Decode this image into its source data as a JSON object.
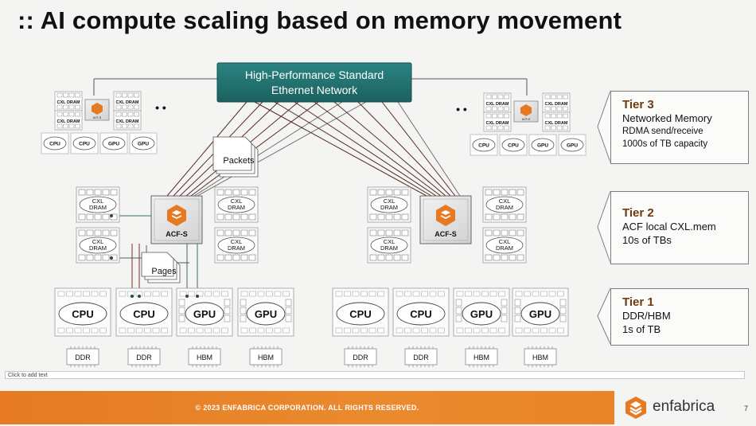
{
  "slide": {
    "title": ":: AI compute scaling based on memory movement",
    "network_label_1": "High-Performance Standard",
    "network_label_2": "Ethernet Network",
    "packets_label": "Packets",
    "pages_label": "Pages",
    "ellipsis": "• •",
    "acf_label": "ACF-S",
    "acf_small_label": "ACF-S",
    "cxl_label_1": "CXL",
    "cxl_label_2": "DRAM",
    "cxl_dram_small": "CXL DRAM",
    "cpu_label": "CPU",
    "gpu_label": "GPU",
    "ddr_label": "DDR",
    "hbm_label": "HBM",
    "tiers": [
      {
        "title": "Tier 3",
        "lines": [
          "Networked Memory",
          "RDMA send/receive",
          "1000s of TB capacity"
        ]
      },
      {
        "title": "Tier 2",
        "lines": [
          "ACF local CXL.mem",
          "10s of TBs"
        ]
      },
      {
        "title": "Tier 1",
        "lines": [
          "DDR/HBM",
          "1s of TB"
        ]
      }
    ],
    "click_to_add": "Click to add text",
    "footer_text": "© 2023 ENFABRICA CORPORATION. ALL RIGHTS RESERVED.",
    "brand_name": "enfabrica",
    "page_number": "7",
    "colors": {
      "network_teal": "#1f6f6e",
      "acf_orange": "#e57a22",
      "footer_orange": "#e57a22",
      "tier_title": "#6e3a10",
      "link_dark": "#4a2020"
    }
  }
}
